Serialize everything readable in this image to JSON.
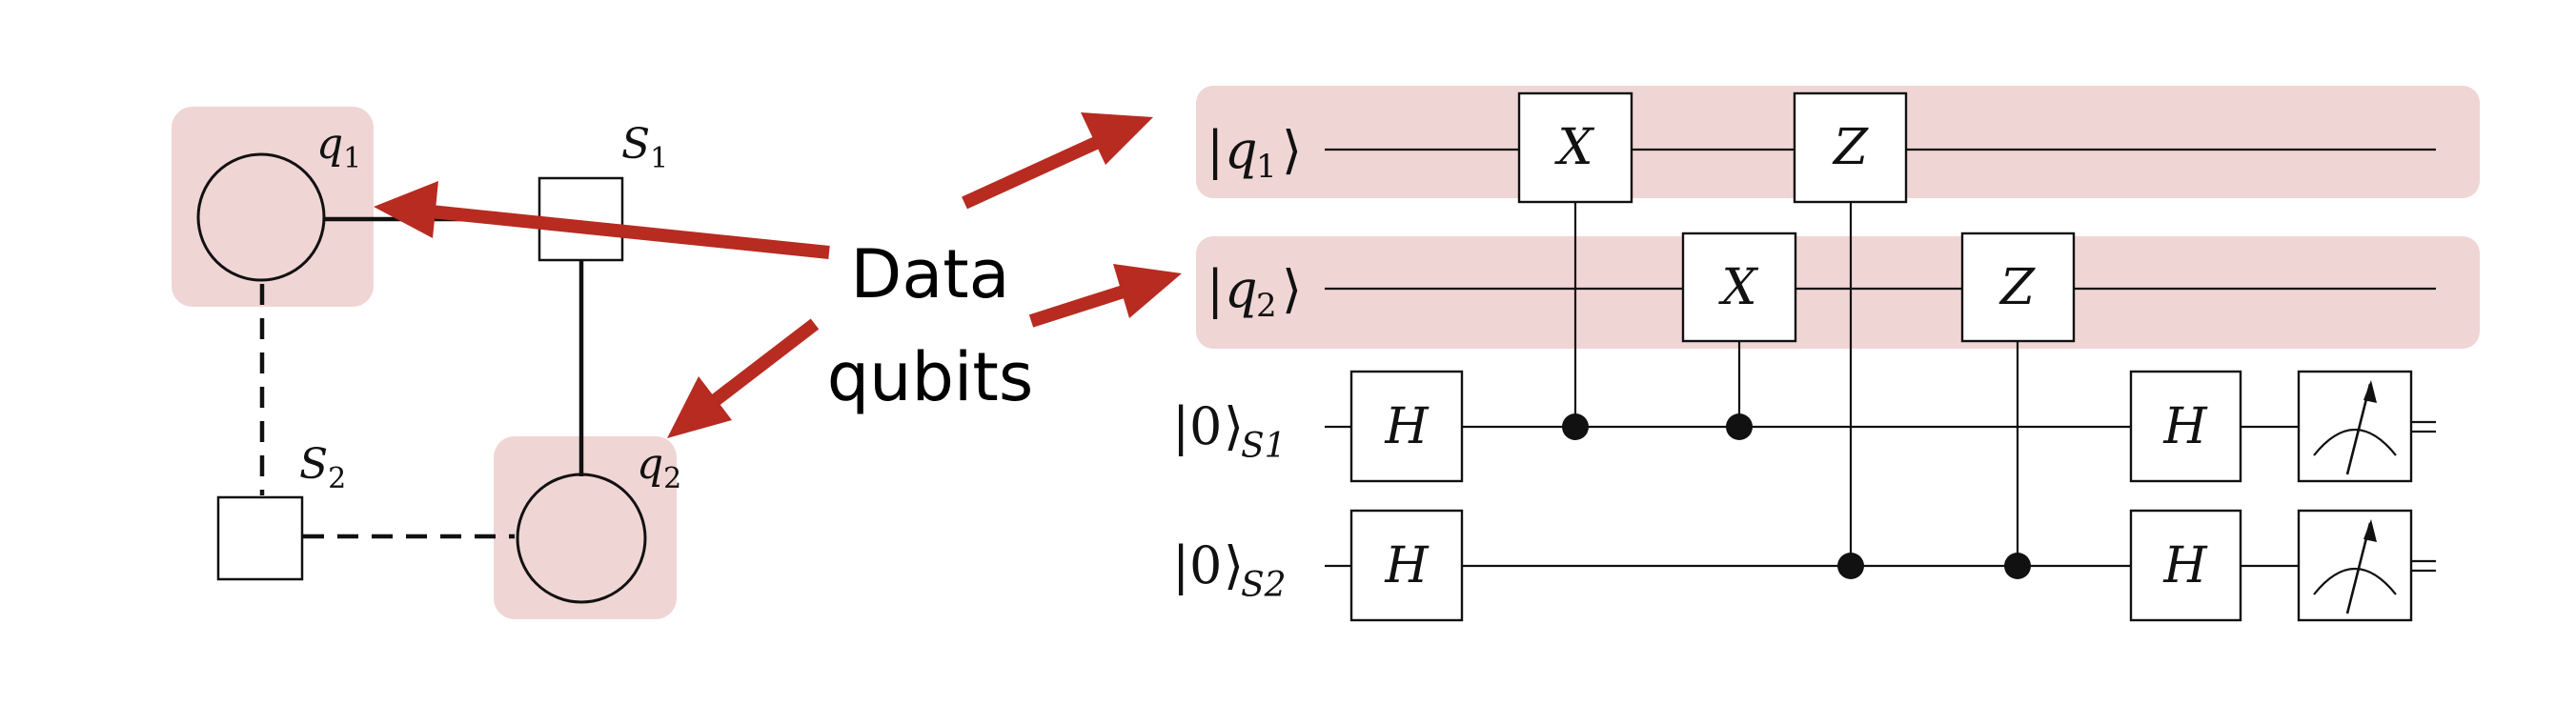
{
  "colors": {
    "highlight": "#f0d5d5",
    "arrow": "#b72b21",
    "ink": "#111111"
  },
  "callout": {
    "line1": "Data",
    "line2": "qubits"
  },
  "lattice": {
    "qubit1": {
      "name": "q",
      "sub": "1"
    },
    "qubit2": {
      "name": "q",
      "sub": "2"
    },
    "stabilizer1": {
      "name": "S",
      "sub": "1"
    },
    "stabilizer2": {
      "name": "S",
      "sub": "2"
    }
  },
  "circuit": {
    "wires": [
      {
        "ket": "q",
        "sub": "1"
      },
      {
        "ket": "q",
        "sub": "2"
      },
      {
        "ket": "0",
        "sub": "S1"
      },
      {
        "ket": "0",
        "sub": "S2"
      }
    ],
    "gates": {
      "x1": "X",
      "z1": "Z",
      "x2": "X",
      "z2": "Z",
      "h_s1_in": "H",
      "h_s2_in": "H",
      "h_s1_out": "H",
      "h_s2_out": "H"
    },
    "measurement_icon": "meter-icon"
  }
}
